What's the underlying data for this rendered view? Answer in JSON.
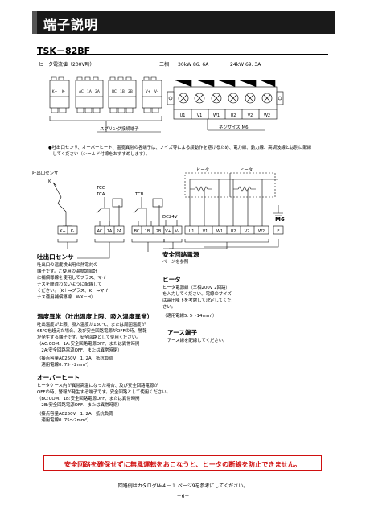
{
  "header": {
    "title": "端子説明"
  },
  "model": "TSK－82BF",
  "spec": {
    "heater_voltage": "ヒータ電流値（200V時）",
    "three_phase": "三相",
    "spec1": "30kW  86. 6A",
    "spec2": "24kW  69. 3A"
  },
  "terminal_strip_small": {
    "labels": [
      "K+",
      "K-",
      "AC",
      "1A",
      "2A",
      "BC",
      "1B",
      "2B",
      "V+",
      "V-"
    ],
    "caption": "スプリング接続端子"
  },
  "terminal_strip_large": {
    "labels": [
      "U1",
      "V1",
      "W1",
      "U2",
      "V2",
      "W2"
    ],
    "caption": "ネジサイズ  M6"
  },
  "note": "●吐出口センサ、オーバーヒート、温度異常の各端子は、ノイズ等による誤動作を避けるため、電力線、動力線、高調波線とは別に配線\n　してください（シールド付線をおすすめします）。",
  "diagram": {
    "sensor_label": "吐出口センサ",
    "sensor_k": "K",
    "tcc": "TCC",
    "tca": "TCA",
    "tcb": "TCB",
    "dc24v": "DC24V",
    "heater1": "ヒータ",
    "heater2": "ヒータ",
    "m6": "M6",
    "terminals": [
      "K+",
      "K-",
      "AC",
      "1A",
      "2A",
      "BC",
      "1B",
      "2B",
      "V+",
      "V-",
      "U1",
      "V1",
      "W1",
      "U2",
      "V2",
      "W2",
      "E"
    ]
  },
  "sections": {
    "outlet_sensor": {
      "title": "吐出口センサ",
      "body": "吐出口の温度検出用の熱電対の\n端子です。ご使用の温度調節計\nに補償導線を使用してプラス、マイ\nナスを間違わないように配線して\nください。（K＋→プラス、K－→マイ\nナス適用補償導線　WX－H）"
    },
    "safety_power": {
      "title": "安全回路電源",
      "body": "ページを参照"
    },
    "heater": {
      "title": "ヒータ",
      "body": "ヒータ電源線（三相200V 2回路）\nを入力してください。電線のサイズ\nは電圧降下を考慮して決定してくだ\nさい。",
      "note": "（適用電線5. 5～14mm²）"
    },
    "earth": {
      "title": "アース端子",
      "body": "アース線を配線してください。"
    },
    "temp_alarm": {
      "title": "温度異常（吐出温度上限、吸入温度異常）",
      "body": "吐出温度が上限、吸入温度が130℃、または周囲温度が\n65℃を超えた場合、及び安全回路電源がOFFの時、警報\nが発生する端子です。安全回路として使用ください。\n（AC:COM、1A:安全回路電源OFF、または異常時開\n　2A:安全回路電源OFF、または異常時閉）",
      "rating": "（接点容量AC250V　1. 2A　抵抗負荷\n　適用電線0. 75～2mm²）"
    },
    "overheat": {
      "title": "オーバーヒート",
      "body": "ヒータケース内が異常高温になった場合、及び安全回路電源が\nOFFの時、警報が発生する端子です。安全回路として使用ください。\n（BC:COM、1B:安全回路電源OFF、または異常時開\n　2B:安全回路電源OFF、または異常時閉）",
      "rating": "（接点容量AC250V　1. 2A　抵抗負荷\n　適用電線0. 75～2mm²）"
    }
  },
  "warning": "安全回路を確保せずに無風運転をおこなうと、ヒータの断線を防止できません。",
  "footer": {
    "ref": "回路例はカタログ№４－１ ページ9を参考にしてください。",
    "page": "－6－"
  },
  "colors": {
    "warning_red": "#d01010",
    "header_bg": "#1a1a1a"
  }
}
